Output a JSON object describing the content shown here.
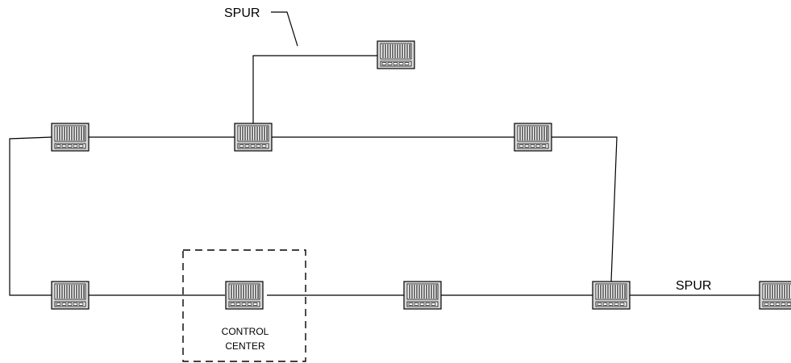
{
  "labels": {
    "spur_top": "SPUR",
    "spur_right": "SPUR",
    "control_line1": "CONTROL",
    "control_line2": "CENTER"
  },
  "icons": {
    "device": "io-module-icon"
  },
  "colors": {
    "line": "#000000",
    "device_fill": "#d0d0d0",
    "background": "#ffffff"
  }
}
